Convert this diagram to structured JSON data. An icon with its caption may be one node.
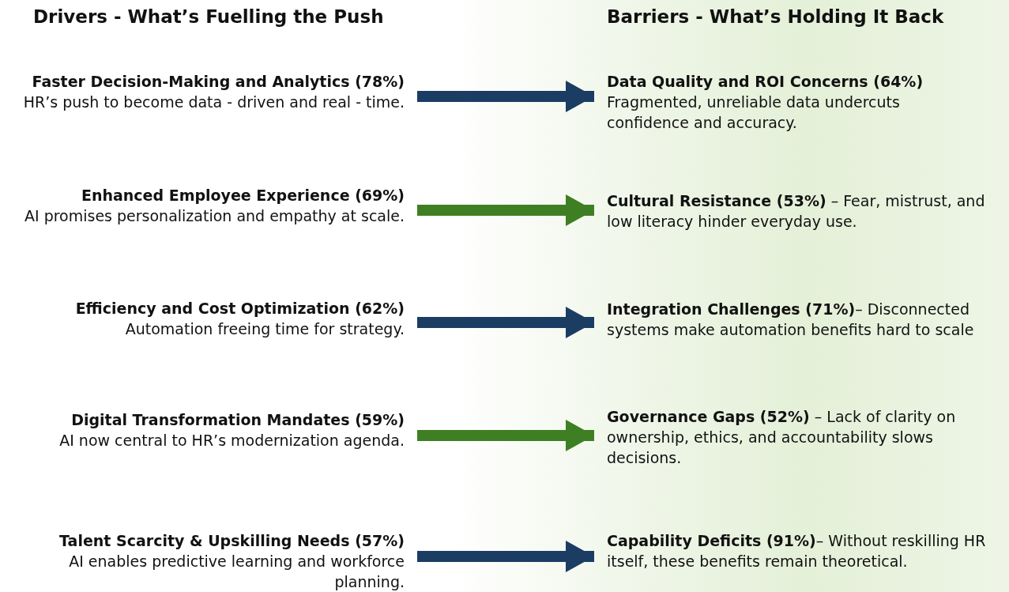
{
  "diagram": {
    "nodes": [
      {
        "text": [
          "Faster Decision-Making and Analytics (78%)",
          "HR’s push to become data - driven and real - time."
        ]
      },
      {
        "text": [
          "Enhanced Employee Experience (69%)",
          "AI promises personalization and empathy at scale."
        ]
      },
      {
        "text": [
          "Efficiency and Cost Optimization (62%)",
          "Automation freeing time for strategy."
        ]
      },
      {
        "text": [
          "Digital Transformation Mandates (59%)",
          "AI now central to HR’s modernization agenda."
        ]
      },
      {
        "text": [
          "Talent Scarcity & Upskilling Needs (57%)",
          "AI enables predictive learning and workforce planning."
        ]
      },
      {
        "text": [
          "Data Quality and ROI Concerns (64%)",
          "Fragmented, unreliable data undercuts confidence and accuracy."
        ]
      },
      {
        "text": [
          "**Cultural Resistance (53%)** – Fear, mistrust, and low literacy hinder everyday use."
        ]
      },
      {
        "text": [
          "**Integration Challenges (71%)**– Disconnected systems make automation benefits hard to scale"
        ]
      },
      {
        "text": [
          "**Governance Gaps (52%)** – Lack of clarity on ownership, ethics, and accountability slows decisions."
        ]
      },
      {
        "text": [
          "**Capability Deficits (91%)**– Without reskilling HR itself, these benefits remain theoretical."
        ]
      }
    ],
    "edges": [
      {
        "from": 0,
        "to": 5,
        "arrow": "to"
      },
      {
        "from": 1,
        "to": 6,
        "arrow": "to",
        "color": "#3f7f23"
      },
      {
        "from": 2,
        "to": 7,
        "arrow": "to"
      },
      {
        "from": 3,
        "to": 8,
        "arrow": "to",
        "color": "#3f7f23"
      },
      {
        "from": 4,
        "to": 9,
        "arrow": "to"
      }
    ],
    "labels": [
      "Drivers - What’s Fuelling the Push",
      "Barriers - What’s Holding It Back"
    ]
  }
}
